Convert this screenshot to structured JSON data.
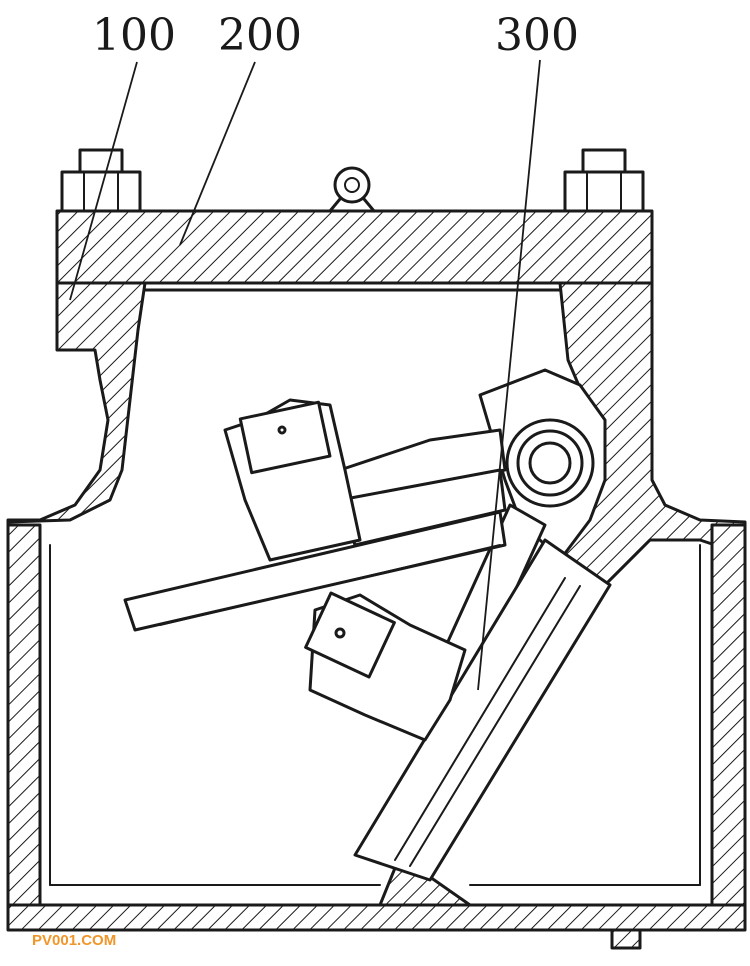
{
  "labels": {
    "part_100": "100",
    "part_200": "200",
    "part_300": "300"
  },
  "watermark": "PV001.COM",
  "colors": {
    "line": "#1a1a1a",
    "background": "#ffffff",
    "watermark": "#f0962a"
  }
}
